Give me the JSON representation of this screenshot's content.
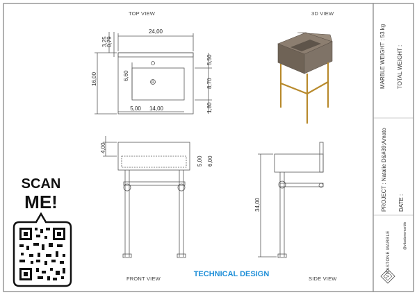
{
  "views": {
    "top": "TOP VIEW",
    "iso": "3D VIEW",
    "front": "FRONT VIEW",
    "side": "SIDE VIEW"
  },
  "dims": {
    "width_total": "24,00",
    "depth_total": "16,00",
    "d325": "3,25",
    "d079": "0,79",
    "d660": "6,60",
    "d550": "5,50",
    "d870": "8,70",
    "d180": "1,80",
    "d500": "5,00",
    "d1400": "14,00",
    "f400": "4,00",
    "s500": "5,00",
    "s600": "6,00",
    "s3400": "34,00"
  },
  "title_block": {
    "marble_weight": "MARBLE WEIGHT : 53 kg",
    "total_weight": "TOTAL WEIGHT :",
    "project": "PROJECT : Natalie D&#39;Amato",
    "date": "DATE :",
    "brand": "VITASTONE MARBLE",
    "handle": "@vitastonemarble"
  },
  "scan": {
    "line1": "SCAN",
    "line2": "ME!"
  },
  "badge": "TECHNICAL DESIGN",
  "colors": {
    "marble": "#8c7e70",
    "marble_dark": "#6f6356",
    "brass": "#b88a2c",
    "line": "#555555"
  }
}
